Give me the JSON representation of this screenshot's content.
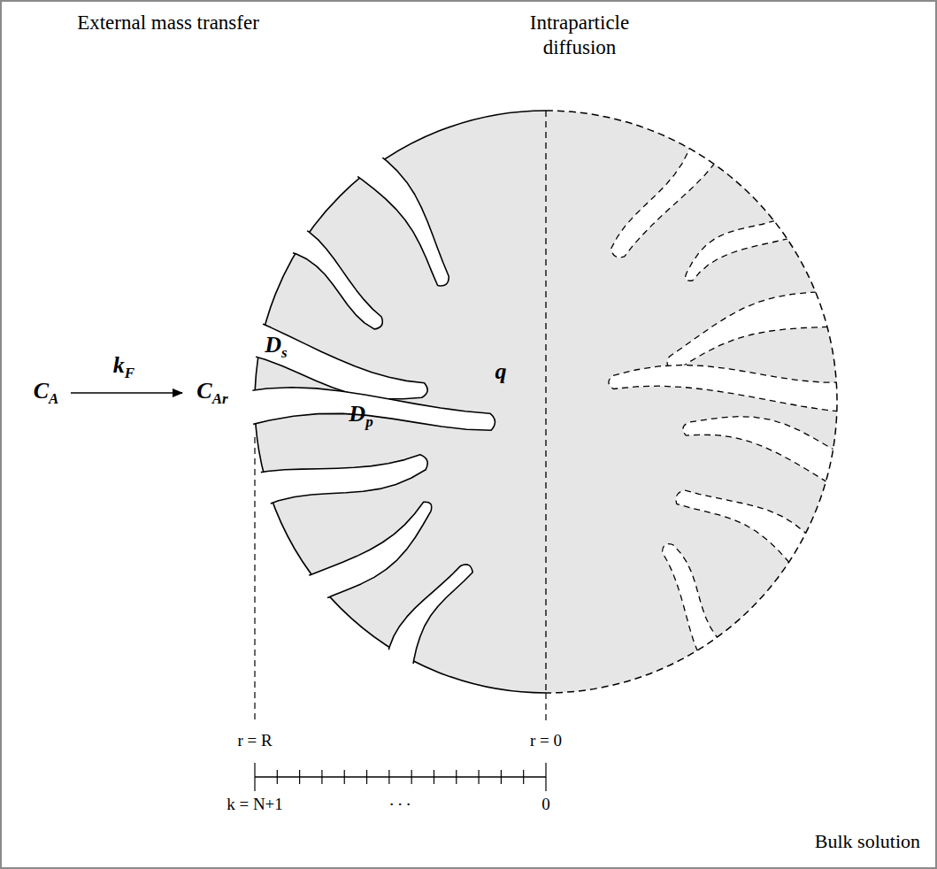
{
  "diagram": {
    "labels": [
      "External mass transfer",
      "Intraparticle diffusion",
      "CA",
      "kF",
      "CAr",
      "Ds",
      "Dp",
      "q",
      "r = R",
      "r = 0",
      "k = N+1",
      ". . .",
      "0",
      "Bulk solution"
    ]
  }
}
